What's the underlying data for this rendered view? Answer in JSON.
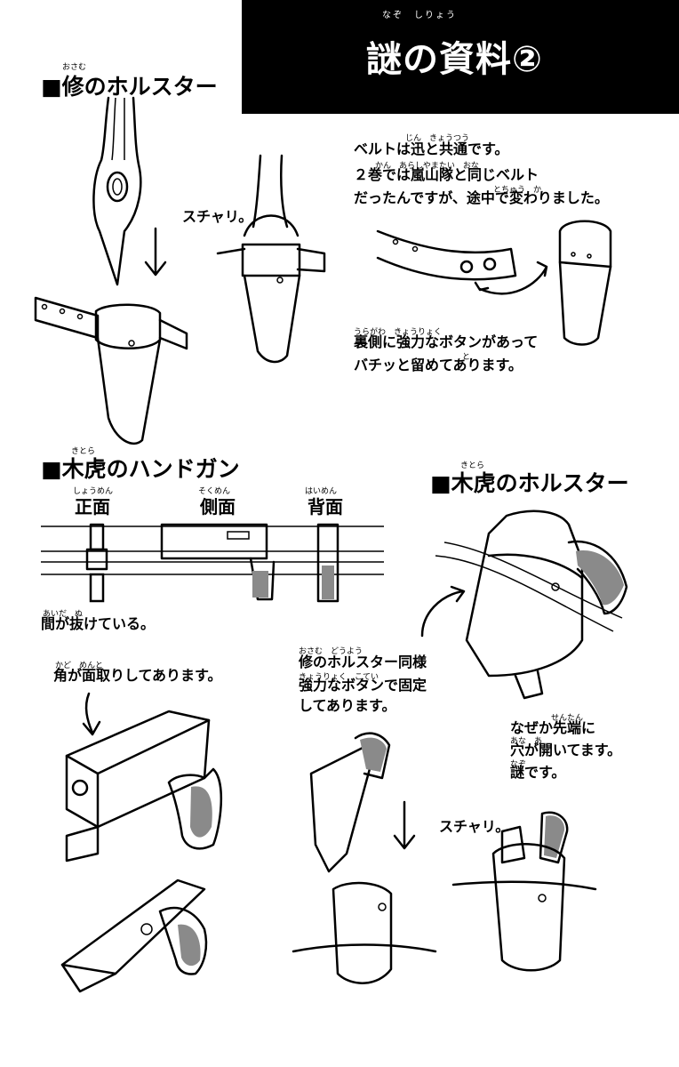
{
  "header": {
    "title": "謎の資料②",
    "ruby": "なぞ　しりょう"
  },
  "osamu_section": {
    "heading": "■修のホルスター",
    "heading_ruby": "おさむ",
    "sfx": "スチャリ。",
    "note_belt": [
      "ベルトは迅と共通です。",
      "２巻では嵐山隊と同じベルト",
      "だったんですが、途中で変わりました。"
    ],
    "note_belt_ruby": [
      "じん　きょうつう",
      "かん　あらしやまたい　おな",
      "とちゅう　か"
    ],
    "note_button": [
      "裏側に強力なボタンがあって",
      "バチッと留めてあります。"
    ],
    "note_button_ruby": [
      "うらがわ　きょうりょく",
      "と"
    ]
  },
  "kitora_gun_section": {
    "heading": "■木虎のハンドガン",
    "heading_ruby": "きとら",
    "views": [
      "正面",
      "側面",
      "背面"
    ],
    "views_ruby": [
      "しょうめん",
      "そくめん",
      "はいめん"
    ],
    "note_gap": "間が抜けている。",
    "note_gap_ruby": "あいだ　ぬ",
    "note_corner": "角が面取りしてあります。",
    "note_corner_ruby": "かど　めんと"
  },
  "kitora_holster_section": {
    "heading": "■木虎のホルスター",
    "heading_ruby": "きとら",
    "note_same": [
      "修のホルスター同様",
      "強力なボタンで固定",
      "してあります。"
    ],
    "note_same_ruby": [
      "おさむ　どうよう",
      "きょうりょく　こてい"
    ],
    "note_hole": [
      "なぜか先端に",
      "穴が開いてます。",
      "謎です。"
    ],
    "note_hole_ruby": [
      "せんたん",
      "あな　あ",
      "なぞ"
    ],
    "sfx": "スチャリ。"
  }
}
